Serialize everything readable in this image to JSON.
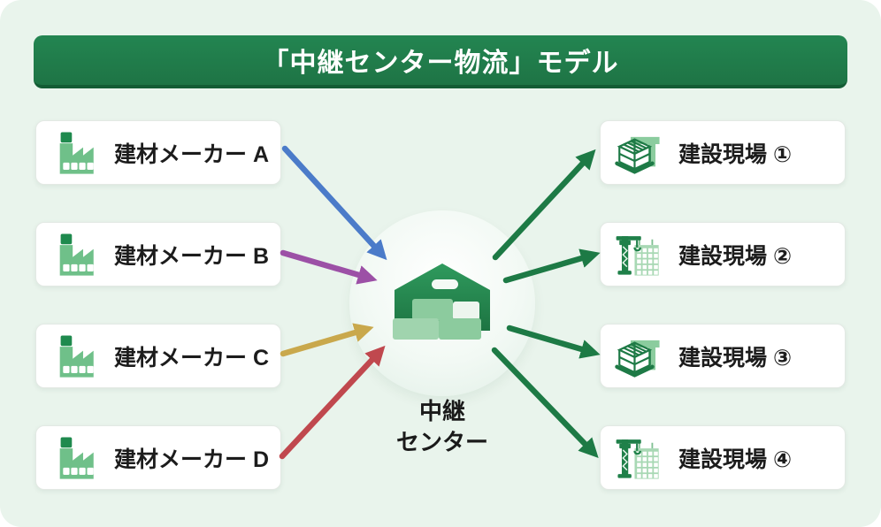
{
  "title": "「中継センター物流」モデル",
  "left_boxes": [
    {
      "label": "建材メーカー A",
      "icon": "factory-icon"
    },
    {
      "label": "建材メーカー B",
      "icon": "factory-icon"
    },
    {
      "label": "建材メーカー C",
      "icon": "factory-icon"
    },
    {
      "label": "建材メーカー D",
      "icon": "factory-icon"
    }
  ],
  "hub": {
    "line1": "中継",
    "line2": "センター",
    "icon": "warehouse-icon"
  },
  "right_boxes": [
    {
      "label": "建設現場 ①",
      "icon": "building-frame-icon"
    },
    {
      "label": "建設現場 ②",
      "icon": "tower-crane-icon"
    },
    {
      "label": "建設現場 ③",
      "icon": "building-frame-icon"
    },
    {
      "label": "建設現場 ④",
      "icon": "tower-crane-icon"
    }
  ],
  "colors": {
    "background": "#e9f4ec",
    "banner_green": "#1f7a47",
    "banner_border": "#135c34",
    "arrow_maker_a": "#4b7bc9",
    "arrow_maker_b": "#9c50a6",
    "arrow_maker_c": "#c9a84c",
    "arrow_maker_d": "#c0484e",
    "arrow_delivery": "#1d7a45",
    "icon_dark_green": "#1f8a4e",
    "icon_light_green": "#8bcc9e"
  }
}
